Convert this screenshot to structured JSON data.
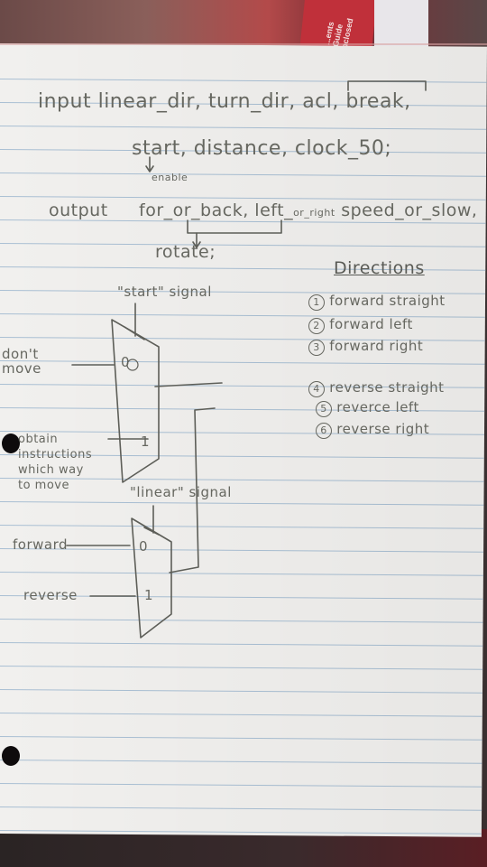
{
  "background": {
    "book_text": "...ents\nGuide\nnclosed"
  },
  "notes": {
    "line1": "input linear_dir, turn_dir, acl, break,",
    "line2": "start, distance, clock_50;",
    "enable_label": "enable",
    "line3_prefix": "output",
    "line3_body": "for_or_back, left_",
    "line3_small": "or_right",
    "line3_tail": " speed_or_slow,",
    "rotate": "rotate;",
    "start_signal": "\"start\" signal",
    "linear_signal": "\"linear\" signal",
    "mux1": {
      "input0": "0",
      "input1": "1",
      "left0_label": "don't\nmove",
      "left1_label": "obtain\ninstructions\nwhich way\nto move"
    },
    "mux2": {
      "input0": "0",
      "input1": "1",
      "left0_label": "forward",
      "left1_label": "reverse"
    }
  },
  "directions": {
    "title": "Directions",
    "items": [
      {
        "num": "1",
        "label": "forward straight"
      },
      {
        "num": "2",
        "label": "forward left"
      },
      {
        "num": "3",
        "label": "forward right"
      },
      {
        "num": "4",
        "label": "reverse straight"
      },
      {
        "num": "5",
        "label": "reverce left"
      },
      {
        "num": "6",
        "label": "reverse right"
      }
    ]
  },
  "colors": {
    "ink": "#5a5b56",
    "paper": "#f1f0ee",
    "rule": "#a9bfd3"
  }
}
